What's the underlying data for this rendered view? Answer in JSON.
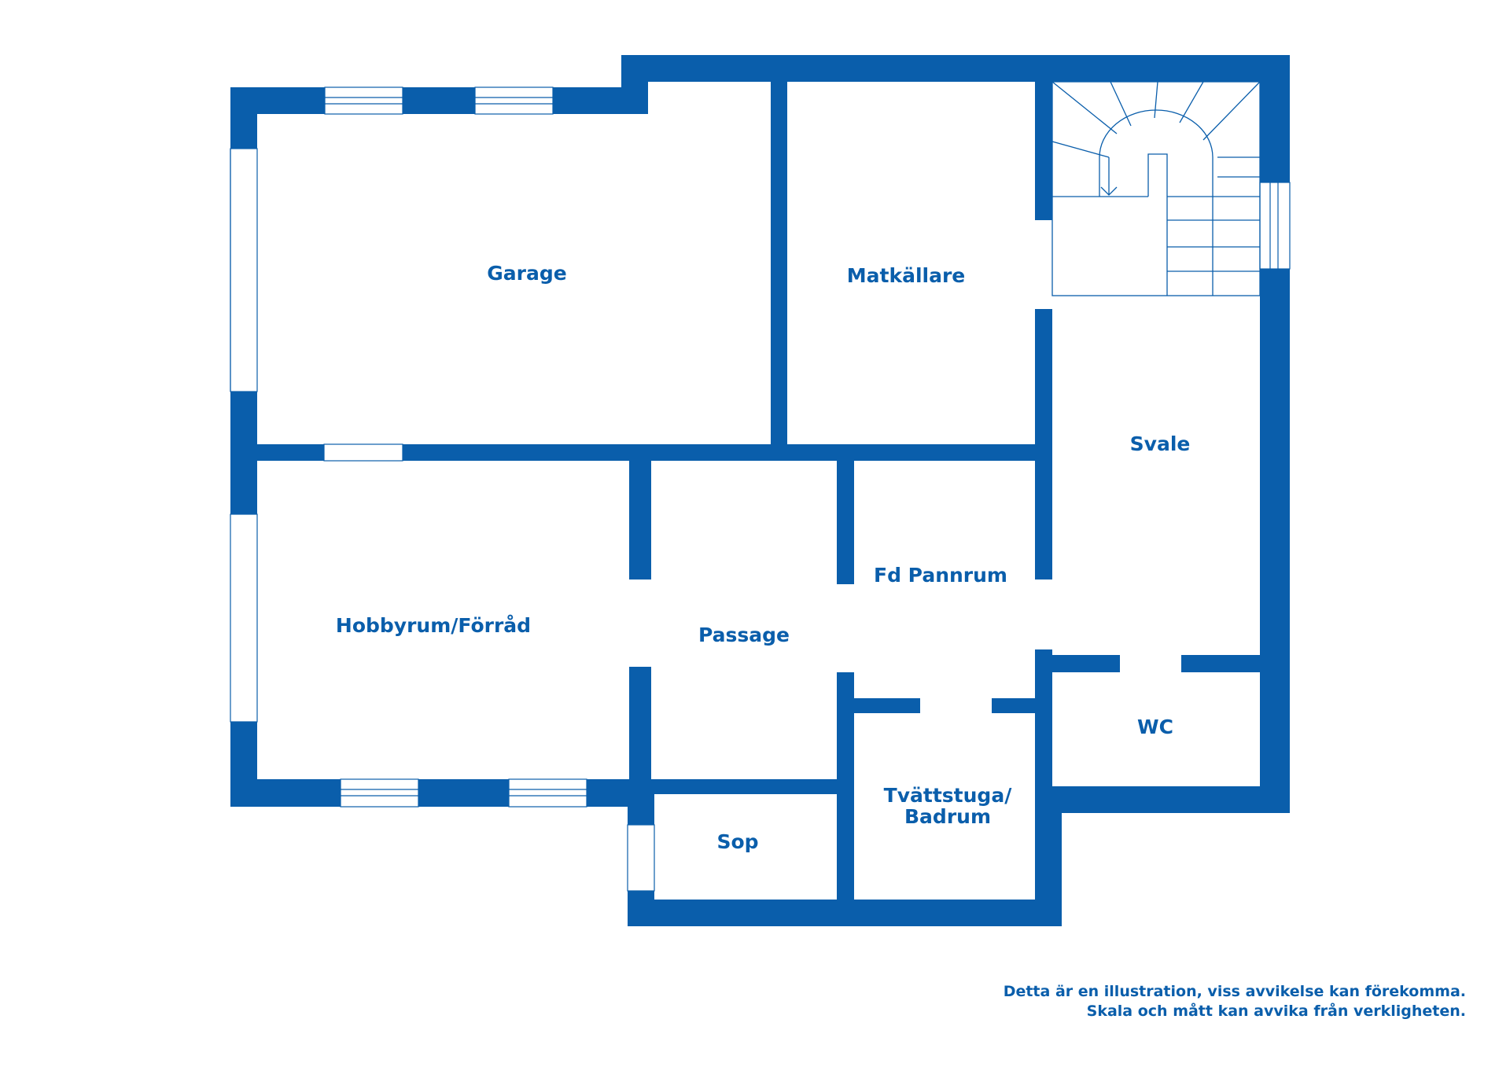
{
  "colors": {
    "wall": "#0a5eab",
    "background": "#ffffff"
  },
  "rooms": {
    "garage": "Garage",
    "matkallare": "Matkällare",
    "svale": "Svale",
    "hobbyrum": "Hobbyrum/Förråd",
    "passage": "Passage",
    "fd_pannrum": "Fd Pannrum",
    "wc": "WC",
    "tvattstuga_line1": "Tvättstuga/",
    "tvattstuga_line2": "Badrum",
    "sop": "Sop"
  },
  "disclaimer": {
    "line1": "Detta är en illustration, viss avvikelse kan förekomma.",
    "line2": "Skala och mått kan avvika från verkligheten."
  }
}
